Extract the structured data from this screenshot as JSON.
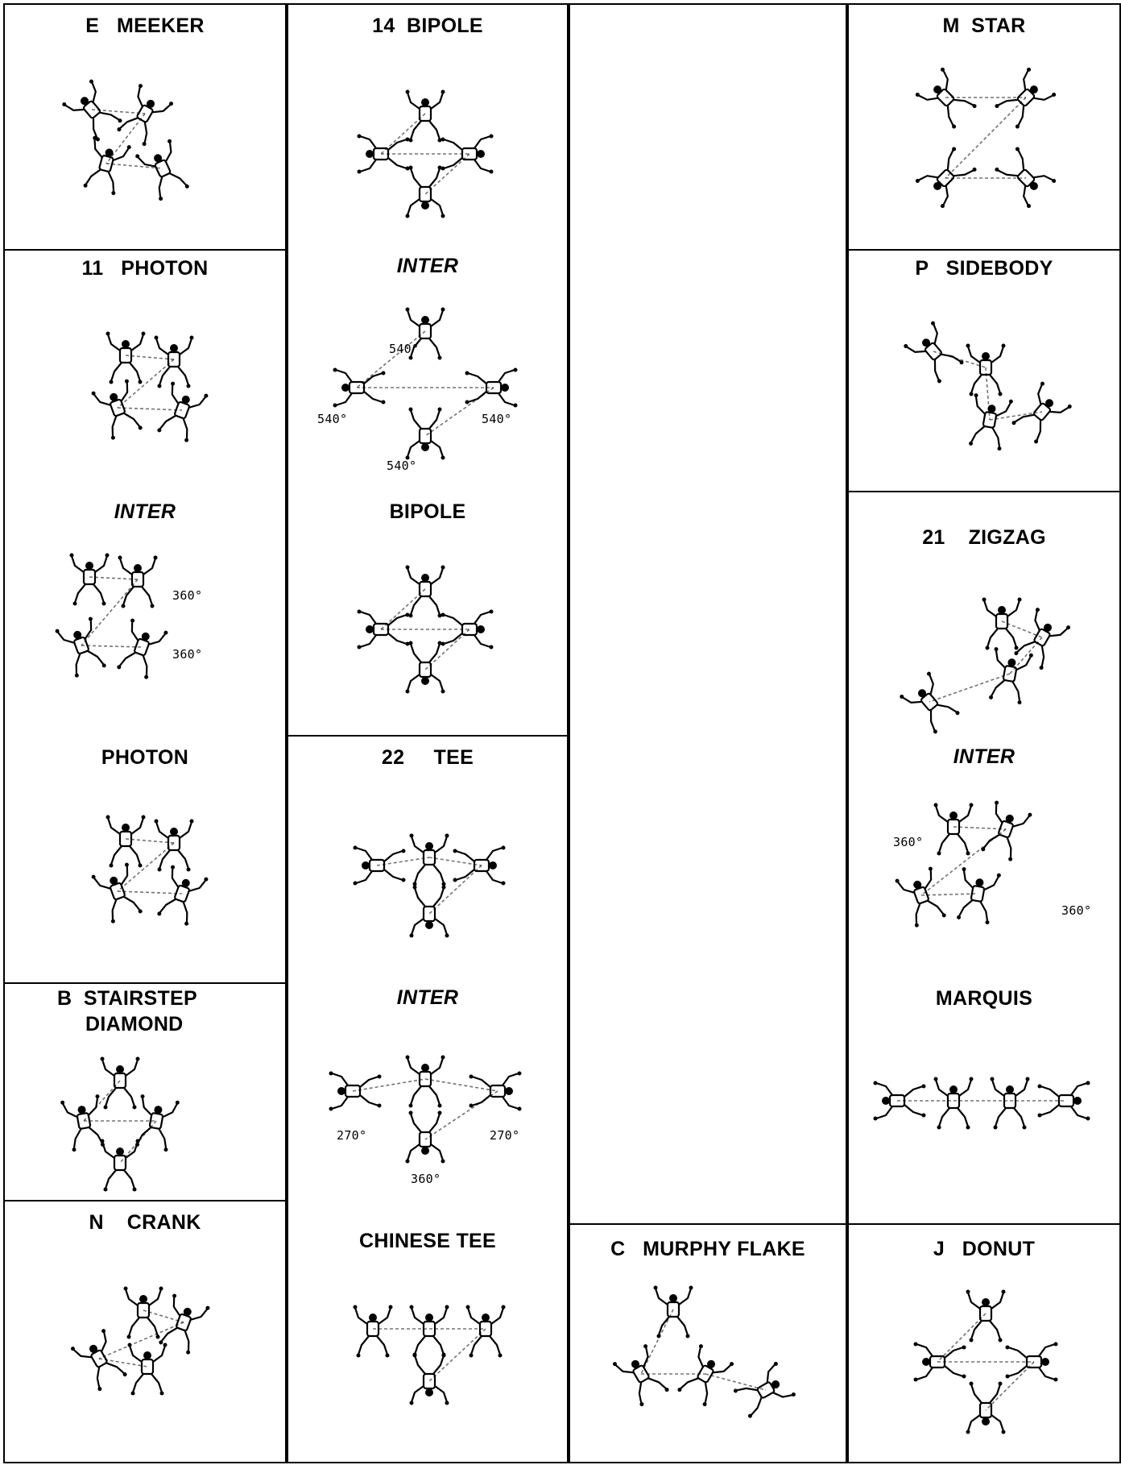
{
  "formations": {
    "e_meeker": "E   MEEKER",
    "p11_photon": "11   PHOTON",
    "photon_inter": "INTER",
    "photon": "PHOTON",
    "b_stairstep": "B  STAIRSTEP",
    "b_diamond": "DIAMOND",
    "n_crank": "N    CRANK",
    "p14_bipole": "14  BIPOLE",
    "bipole_inter": "INTER",
    "bipole": "BIPOLE",
    "p22_tee": "22     TEE",
    "tee_inter": "INTER",
    "chinese_tee": "CHINESE TEE",
    "c_murphy_flake": "C   MURPHY FLAKE",
    "m_star": "M  STAR",
    "p_sidebody": "P   SIDEBODY",
    "p21_zigzag": "21    ZIGZAG",
    "zigzag_inter": "INTER",
    "marquis": "MARQUIS",
    "j_donut": "J   DONUT"
  },
  "rotations": {
    "bipole_top": "540°",
    "bipole_left": "540°",
    "bipole_right": "540°",
    "bipole_bottom": "540°",
    "photon_top": "360°",
    "photon_bottom": "360°",
    "tee_left": "270°",
    "tee_right": "270°",
    "tee_center": "360°",
    "zigzag_top": "360°",
    "zigzag_bottom": "360°"
  },
  "colors": {
    "ink": "#000000",
    "background": "#ffffff"
  }
}
